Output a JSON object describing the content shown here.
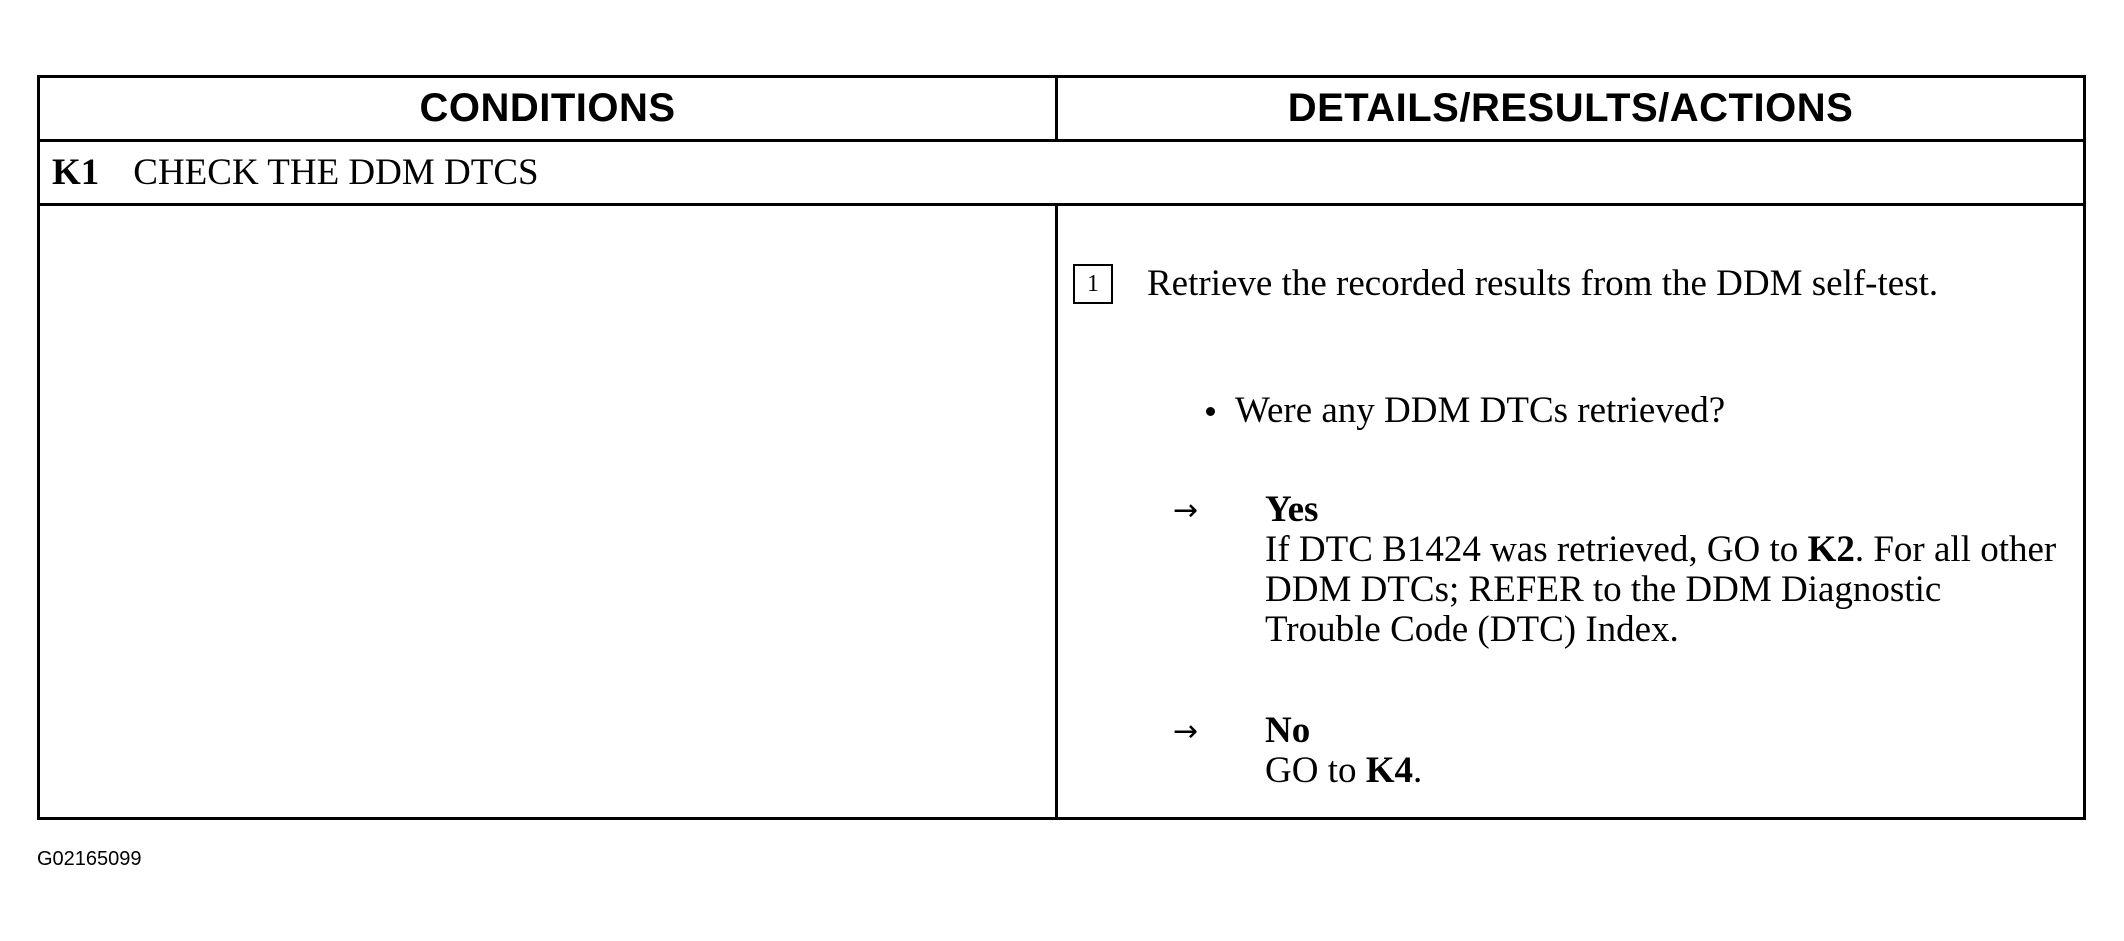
{
  "table": {
    "header": {
      "conditions": "CONDITIONS",
      "details": "DETAILS/RESULTS/ACTIONS"
    },
    "step": {
      "id": "K1",
      "title": "CHECK THE DDM DTCS"
    },
    "actions": {
      "step_number": "1",
      "instruction": "Retrieve the recorded results from the DDM self-test.",
      "question": "Were any DDM DTCs retrieved?",
      "arrow_glyph": "→",
      "yes": {
        "label": "Yes",
        "text_before_k2": "If DTC B1424 was retrieved, GO to ",
        "k2_ref": "K2",
        "text_after_k2": ". For all other DDM DTCs; REFER to the DDM Diagnostic Trouble Code (DTC) Index."
      },
      "no": {
        "label": "No",
        "text_before_k4": "GO to ",
        "k4_ref": "K4",
        "text_after_k4": "."
      }
    }
  },
  "figure_id": "G02165099"
}
